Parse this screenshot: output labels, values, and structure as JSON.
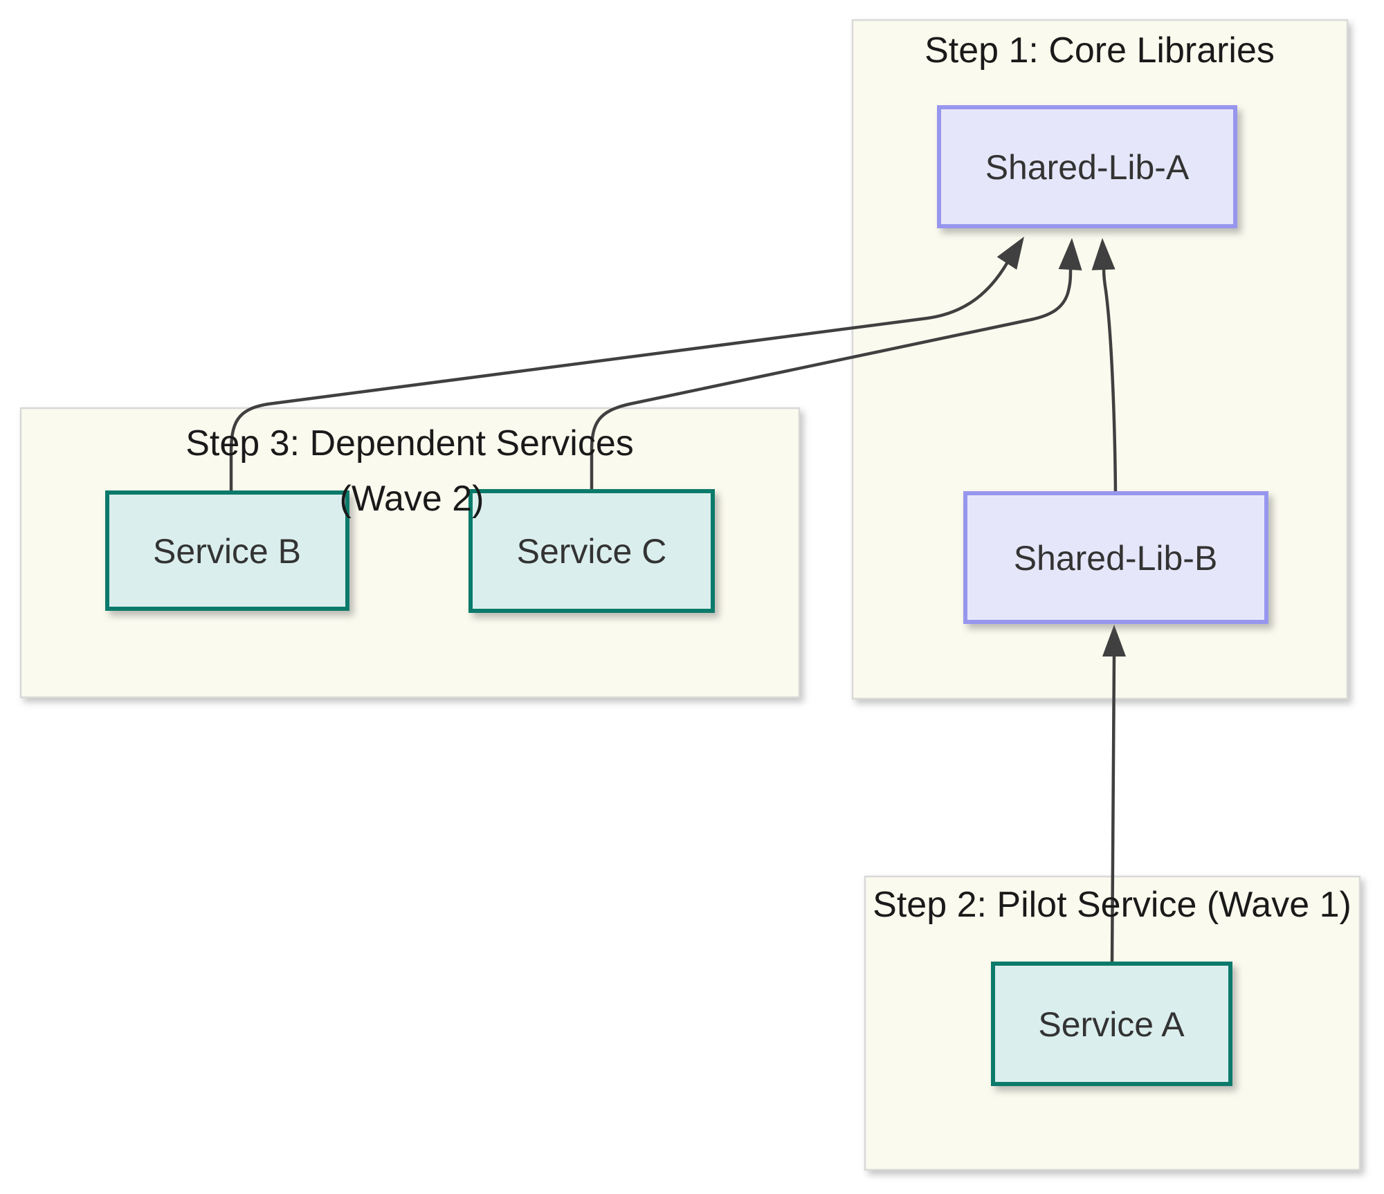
{
  "diagram": {
    "type": "flowchart-dependency-graph",
    "clusters": [
      {
        "id": "step1",
        "title": "Step 1: Core Libraries",
        "nodes": [
          {
            "id": "shared-lib-a",
            "label": "Shared-Lib-A",
            "kind": "library"
          },
          {
            "id": "shared-lib-b",
            "label": "Shared-Lib-B",
            "kind": "library"
          }
        ]
      },
      {
        "id": "step3",
        "title_lines": [
          "Step 3: Dependent Services",
          "(Wave 2)"
        ],
        "nodes": [
          {
            "id": "service-b",
            "label": "Service B",
            "kind": "service"
          },
          {
            "id": "service-c",
            "label": "Service C",
            "kind": "service"
          }
        ]
      },
      {
        "id": "step2",
        "title": "Step 2: Pilot Service (Wave 1)",
        "nodes": [
          {
            "id": "service-a",
            "label": "Service A",
            "kind": "service"
          }
        ]
      }
    ],
    "edges": [
      {
        "from": "Service B",
        "to": "Shared-Lib-A"
      },
      {
        "from": "Service C",
        "to": "Shared-Lib-A"
      },
      {
        "from": "Shared-Lib-B",
        "to": "Shared-Lib-A"
      },
      {
        "from": "Service A",
        "to": "Shared-Lib-B"
      }
    ],
    "colors": {
      "library_fill": "#e6e6fa",
      "library_border": "#9796ee",
      "service_fill": "#daeeed",
      "service_border": "#0c7a6b",
      "cluster_fill": "#fbfaee",
      "cluster_border": "#d9d9d9",
      "edge": "#404040",
      "title_text": "#1a1a1a",
      "label_text": "#333333",
      "page_background": "#ffffff"
    }
  }
}
